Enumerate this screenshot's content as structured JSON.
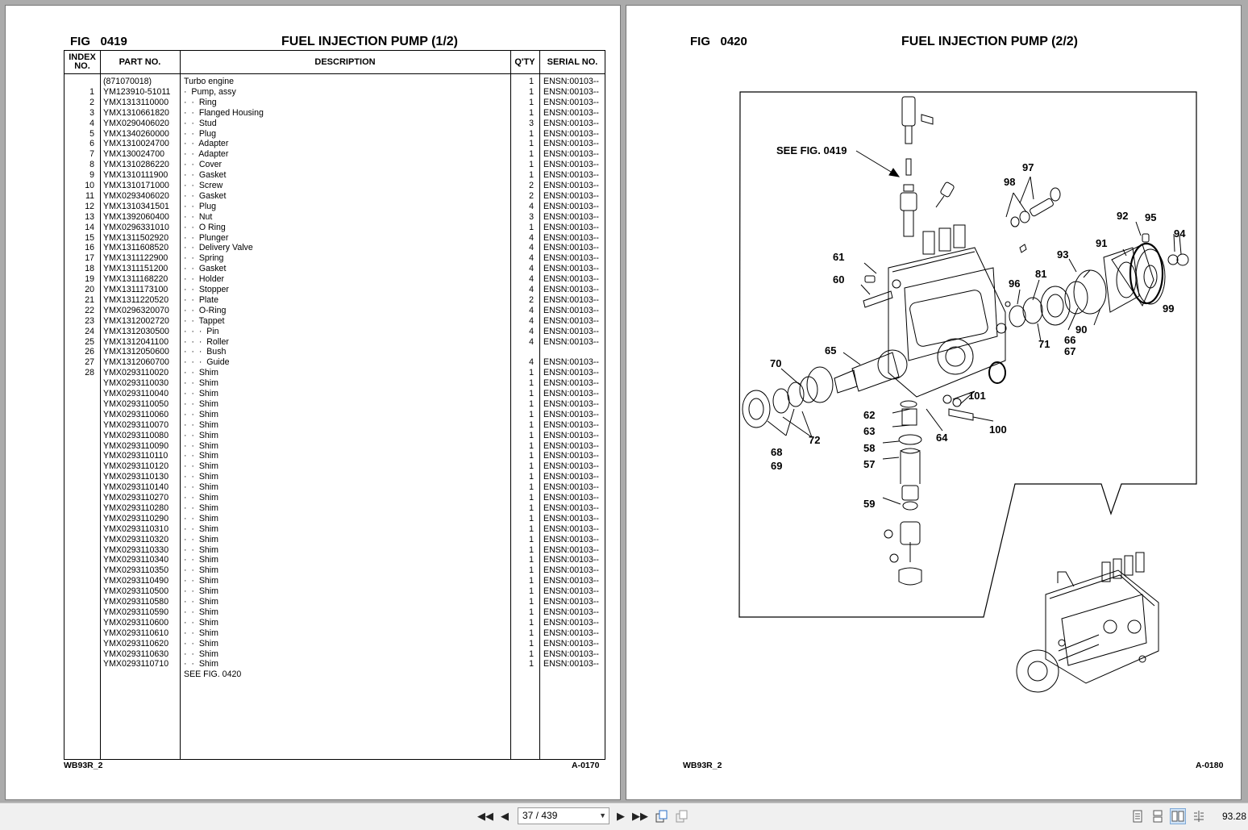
{
  "left_page": {
    "fig": "FIG   0419",
    "title": "FUEL INJECTION PUMP (1/2)",
    "headers": {
      "index": "INDEX NO.",
      "part": "PART NO.",
      "desc": "DESCRIPTION",
      "qty": "Q'TY",
      "serial": "SERIAL NO."
    },
    "rows": [
      [
        "",
        "(871070018)",
        "Turbo engine",
        "1",
        "ENSN:00103--"
      ],
      [
        "1",
        "YM123910-51011",
        "·  Pump, assy",
        "1",
        "ENSN:00103--"
      ],
      [
        "2",
        "YMX1313110000",
        "·  ·  Ring",
        "1",
        "ENSN:00103--"
      ],
      [
        "3",
        "YMX1310661820",
        "·  ·  Flanged Housing",
        "1",
        "ENSN:00103--"
      ],
      [
        "4",
        "YMX0290406020",
        "·  ·  Stud",
        "3",
        "ENSN:00103--"
      ],
      [
        "5",
        "YMX1340260000",
        "·  ·  Plug",
        "1",
        "ENSN:00103--"
      ],
      [
        "6",
        "YMX1310024700",
        "·  ·  Adapter",
        "1",
        "ENSN:00103--"
      ],
      [
        "7",
        "YMX130024700",
        "·  ·  Adapter",
        "1",
        "ENSN:00103--"
      ],
      [
        "8",
        "YMX1310286220",
        "·  ·  Cover",
        "1",
        "ENSN:00103--"
      ],
      [
        "9",
        "YMX1310111900",
        "·  ·  Gasket",
        "1",
        "ENSN:00103--"
      ],
      [
        "10",
        "YMX1310171000",
        "·  ·  Screw",
        "2",
        "ENSN:00103--"
      ],
      [
        "11",
        "YMX0293406020",
        "·  ·  Gasket",
        "2",
        "ENSN:00103--"
      ],
      [
        "12",
        "YMX1310341501",
        "·  ·  Plug",
        "4",
        "ENSN:00103--"
      ],
      [
        "13",
        "YMX1392060400",
        "·  ·  Nut",
        "3",
        "ENSN:00103--"
      ],
      [
        "14",
        "YMX0296331010",
        "·  ·  O Ring",
        "1",
        "ENSN:00103--"
      ],
      [
        "15",
        "YMX1311502920",
        "·  ·  Plunger",
        "4",
        "ENSN:00103--"
      ],
      [
        "16",
        "YMX1311608520",
        "·  ·  Delivery Valve",
        "4",
        "ENSN:00103--"
      ],
      [
        "17",
        "YMX1311122900",
        "·  ·  Spring",
        "4",
        "ENSN:00103--"
      ],
      [
        "18",
        "YMX1311151200",
        "·  ·  Gasket",
        "4",
        "ENSN:00103--"
      ],
      [
        "19",
        "YMX1311168220",
        "·  ·  Holder",
        "4",
        "ENSN:00103--"
      ],
      [
        "20",
        "YMX1311173100",
        "·  ·  Stopper",
        "4",
        "ENSN:00103--"
      ],
      [
        "21",
        "YMX1311220520",
        "·  ·  Plate",
        "2",
        "ENSN:00103--"
      ],
      [
        "22",
        "YMX0296320070",
        "·  ·  O-Ring",
        "4",
        "ENSN:00103--"
      ],
      [
        "23",
        "YMX1312002720",
        "·  ·  Tappet",
        "4",
        "ENSN:00103--"
      ],
      [
        "24",
        "YMX1312030500",
        "·  ·  ·  Pin",
        "4",
        "ENSN:00103--"
      ],
      [
        "25",
        "YMX1312041100",
        "·  ·  ·  Roller",
        "4",
        "ENSN:00103--"
      ],
      [
        "26",
        "YMX1312050600",
        "·  ·  ·  Bush",
        "",
        ""
      ],
      [
        "27",
        "YMX1312060700",
        "·  ·  ·  Guide",
        "4",
        "ENSN:00103--"
      ],
      [
        "28",
        "YMX0293110020",
        "·  ·  Shim",
        "1",
        "ENSN:00103--"
      ],
      [
        "",
        "YMX0293110030",
        "·  ·  Shim",
        "1",
        "ENSN:00103--"
      ],
      [
        "",
        "YMX0293110040",
        "·  ·  Shim",
        "1",
        "ENSN:00103--"
      ],
      [
        "",
        "YMX0293110050",
        "·  ·  Shim",
        "1",
        "ENSN:00103--"
      ],
      [
        "",
        "YMX0293110060",
        "·  ·  Shim",
        "1",
        "ENSN:00103--"
      ],
      [
        "",
        "YMX0293110070",
        "·  ·  Shim",
        "1",
        "ENSN:00103--"
      ],
      [
        "",
        "YMX0293110080",
        "·  ·  Shim",
        "1",
        "ENSN:00103--"
      ],
      [
        "",
        "YMX0293110090",
        "·  ·  Shim",
        "1",
        "ENSN:00103--"
      ],
      [
        "",
        "YMX0293110110",
        "·  ·  Shim",
        "1",
        "ENSN:00103--"
      ],
      [
        "",
        "YMX0293110120",
        "·  ·  Shim",
        "1",
        "ENSN:00103--"
      ],
      [
        "",
        "YMX0293110130",
        "·  ·  Shim",
        "1",
        "ENSN:00103--"
      ],
      [
        "",
        "YMX0293110140",
        "·  ·  Shim",
        "1",
        "ENSN:00103--"
      ],
      [
        "",
        "YMX0293110270",
        "·  ·  Shim",
        "1",
        "ENSN:00103--"
      ],
      [
        "",
        "YMX0293110280",
        "·  ·  Shim",
        "1",
        "ENSN:00103--"
      ],
      [
        "",
        "YMX0293110290",
        "·  ·  Shim",
        "1",
        "ENSN:00103--"
      ],
      [
        "",
        "YMX0293110310",
        "·  ·  Shim",
        "1",
        "ENSN:00103--"
      ],
      [
        "",
        "YMX0293110320",
        "·  ·  Shim",
        "1",
        "ENSN:00103--"
      ],
      [
        "",
        "YMX0293110330",
        "·  ·  Shim",
        "1",
        "ENSN:00103--"
      ],
      [
        "",
        "YMX0293110340",
        "·  ·  Shim",
        "1",
        "ENSN:00103--"
      ],
      [
        "",
        "YMX0293110350",
        "·  ·  Shim",
        "1",
        "ENSN:00103--"
      ],
      [
        "",
        "YMX0293110490",
        "·  ·  Shim",
        "1",
        "ENSN:00103--"
      ],
      [
        "",
        "YMX0293110500",
        "·  ·  Shim",
        "1",
        "ENSN:00103--"
      ],
      [
        "",
        "YMX0293110580",
        "·  ·  Shim",
        "1",
        "ENSN:00103--"
      ],
      [
        "",
        "YMX0293110590",
        "·  ·  Shim",
        "1",
        "ENSN:00103--"
      ],
      [
        "",
        "YMX0293110600",
        "·  ·  Shim",
        "1",
        "ENSN:00103--"
      ],
      [
        "",
        "YMX0293110610",
        "·  ·  Shim",
        "1",
        "ENSN:00103--"
      ],
      [
        "",
        "YMX0293110620",
        "·  ·  Shim",
        "1",
        "ENSN:00103--"
      ],
      [
        "",
        "YMX0293110630",
        "·  ·  Shim",
        "1",
        "ENSN:00103--"
      ],
      [
        "",
        "YMX0293110710",
        "·  ·  Shim",
        "1",
        "ENSN:00103--"
      ],
      [
        "",
        "",
        "SEE FIG. 0420",
        "",
        ""
      ]
    ],
    "footer_left": "WB93R_2",
    "footer_right": "A-0170"
  },
  "right_page": {
    "fig": "FIG   0420",
    "title": "FUEL INJECTION PUMP (2/2)",
    "see_ref": "SEE FIG. 0419",
    "callouts": [
      "97",
      "98",
      "92",
      "95",
      "94",
      "91",
      "93",
      "81",
      "61",
      "60",
      "96",
      "99",
      "90",
      "71",
      "66",
      "67",
      "65",
      "70",
      "101",
      "62",
      "63",
      "64",
      "100",
      "58",
      "57",
      "72",
      "68",
      "69",
      "59"
    ],
    "footer_left": "WB93R_2",
    "footer_right": "A-0180"
  },
  "toolbar": {
    "page_indicator": "37 / 439",
    "zoom": "93.28",
    "icons": [
      "first-page-icon",
      "prev-page-icon",
      "next-page-icon",
      "last-page-icon",
      "rotate-icon",
      "copy-icon",
      "single-page-icon",
      "continuous-icon",
      "two-page-icon",
      "split-icon"
    ]
  }
}
